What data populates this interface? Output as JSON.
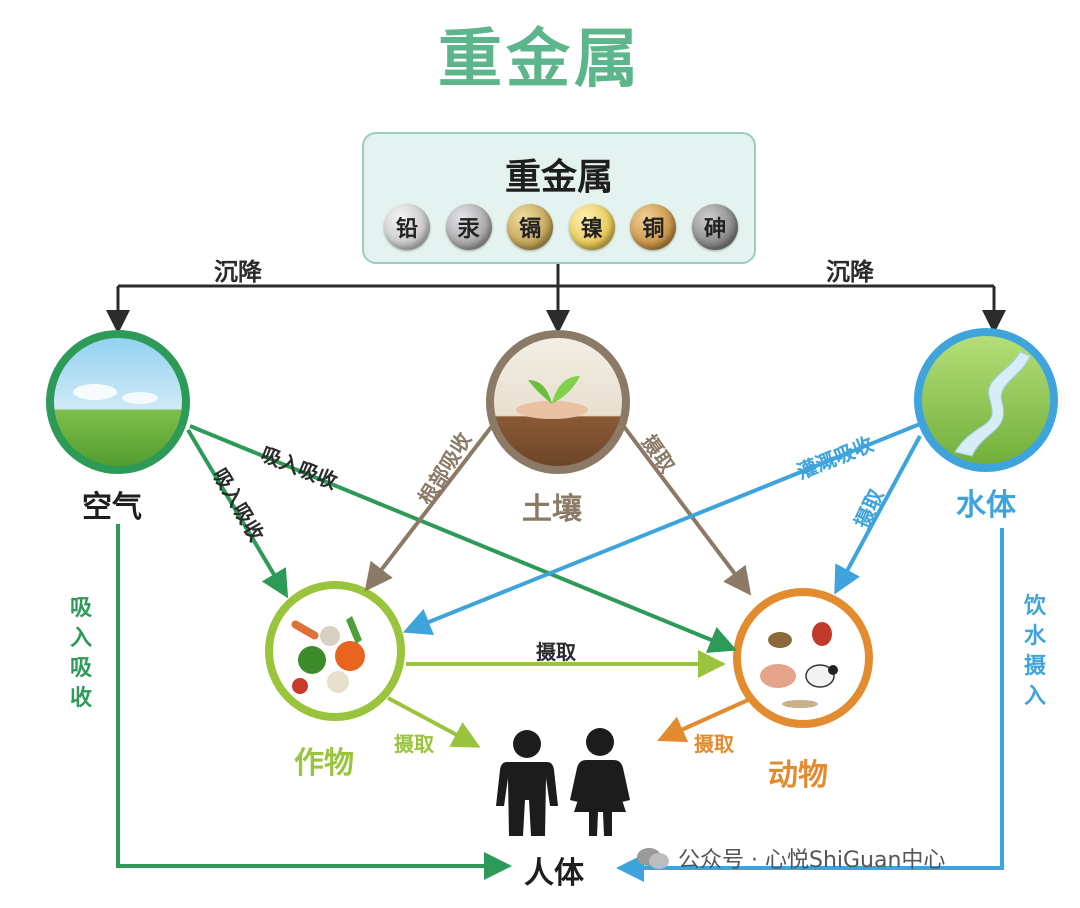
{
  "title": "重金属",
  "source": {
    "label": "重金属",
    "metals": [
      {
        "name": "铅",
        "color": "#c9c9c9"
      },
      {
        "name": "汞",
        "color": "#a9a9ab"
      },
      {
        "name": "镉",
        "color": "#c4a55a"
      },
      {
        "name": "镍",
        "color": "#e6c95a"
      },
      {
        "name": "铜",
        "color": "#c9964a"
      },
      {
        "name": "砷",
        "color": "#8a8a8a"
      }
    ]
  },
  "nodes": {
    "air": "空气",
    "soil": "土壤",
    "water": "水体",
    "crops": "作物",
    "animals": "动物",
    "human": "人体"
  },
  "edges": {
    "settle_left": "沉降",
    "settle_right": "沉降",
    "air_to_animal": "吸入吸收",
    "air_to_crop": "吸入吸收",
    "soil_to_crop": "根部吸收",
    "soil_to_animal": "摄取",
    "water_to_crop": "灌溉吸收",
    "water_to_animal": "摄取",
    "crop_to_animal": "摄取",
    "crop_to_human": "摄取",
    "animal_to_human": "摄取",
    "air_to_human": "吸入吸收",
    "water_to_human": "饮水摄入"
  },
  "watermark": "公众号 · 心悦ShiGuan中心",
  "colors": {
    "air": "#2e9a57",
    "soil": "#8a7a66",
    "water": "#3fa3dc",
    "crops": "#9ac43c",
    "animals": "#e38b2f",
    "dark": "#2b2b2b"
  }
}
